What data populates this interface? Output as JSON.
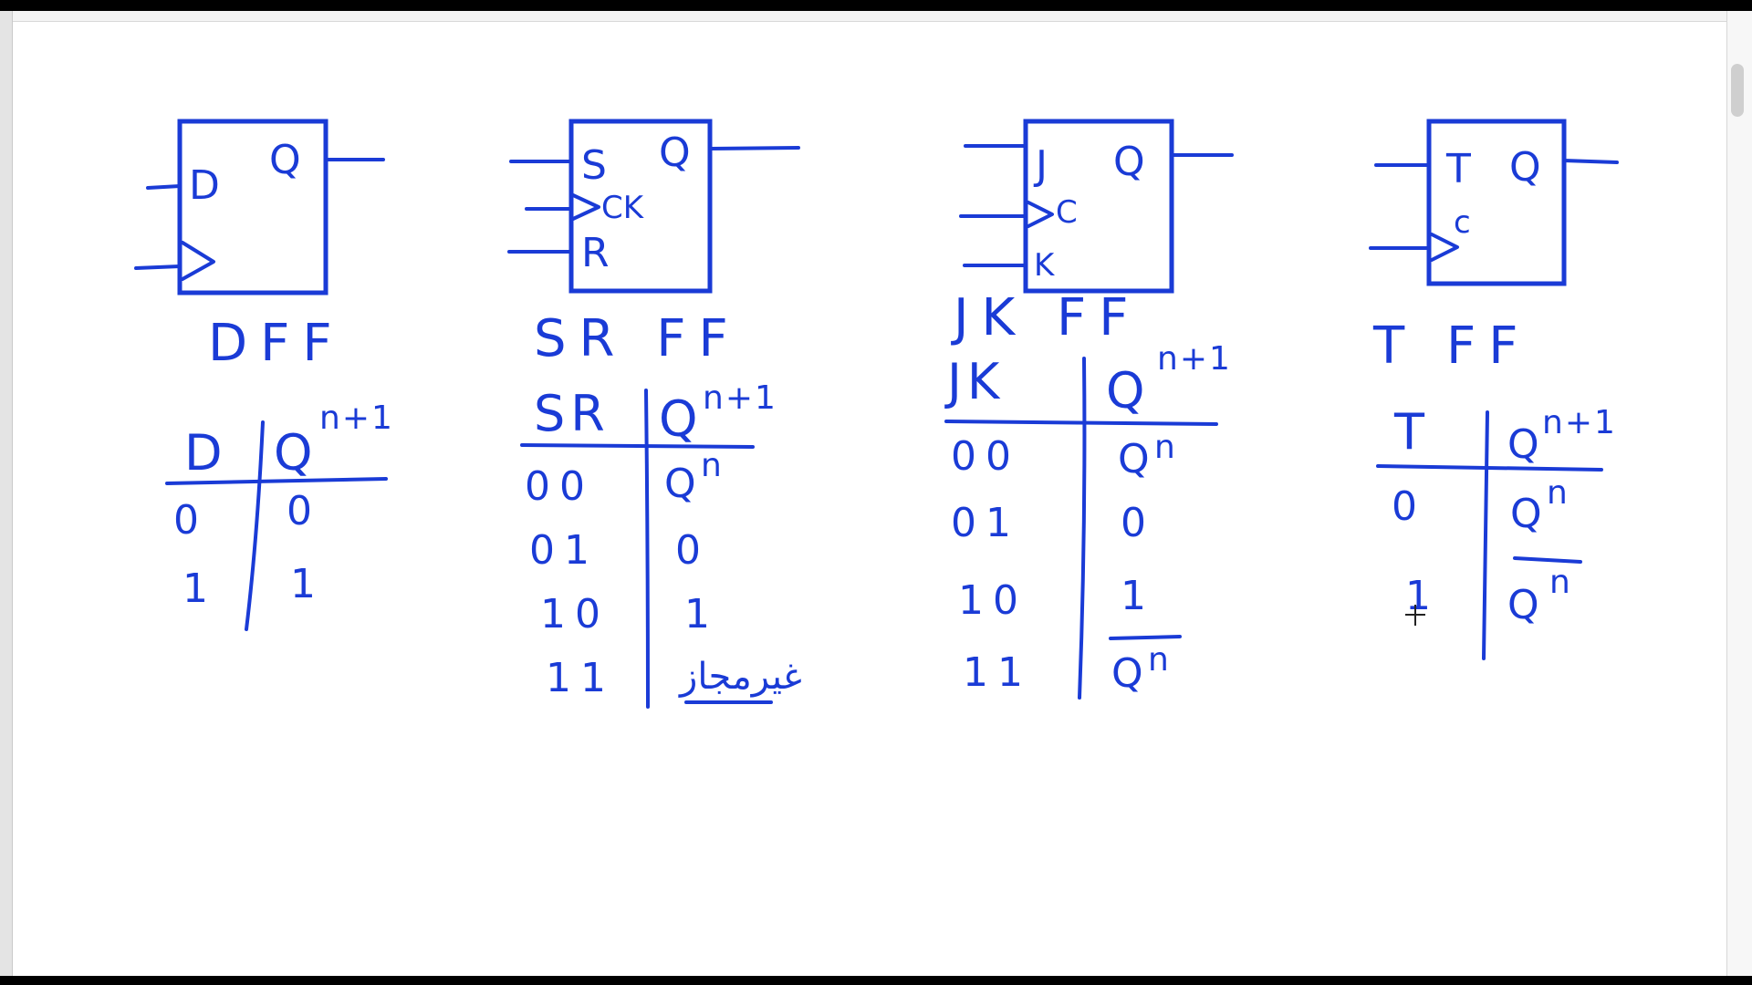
{
  "theme": {
    "ink": "#1a3bd6",
    "background": "#ffffff"
  },
  "flip_flops": [
    {
      "name": "DFF",
      "pins": [
        "D",
        "Q"
      ],
      "table": {
        "headers": [
          "D",
          "Q",
          "n+1"
        ],
        "rows": [
          [
            "0",
            "0"
          ],
          [
            "1",
            "1"
          ]
        ]
      }
    },
    {
      "name": "SR FF",
      "pins": [
        "S",
        "Q",
        "CK",
        "R"
      ],
      "table": {
        "headers": [
          "SR",
          "Q",
          "n+1"
        ],
        "rows": [
          [
            "00",
            "Q",
            "n"
          ],
          [
            "01",
            "0"
          ],
          [
            "10",
            "1"
          ],
          [
            "11",
            "غیرمجاز"
          ]
        ]
      }
    },
    {
      "name": "JK FF",
      "pins": [
        "J",
        "Q",
        "C",
        "K"
      ],
      "table": {
        "headers": [
          "JK",
          "Q",
          "n+1"
        ],
        "rows": [
          [
            "00",
            "Q",
            "n"
          ],
          [
            "01",
            "0"
          ],
          [
            "10",
            "1"
          ],
          [
            "11",
            "Q",
            "n"
          ]
        ]
      }
    },
    {
      "name": "T FF",
      "pins": [
        "T",
        "Q",
        "c"
      ],
      "table": {
        "headers": [
          "T",
          "Q",
          "n+1"
        ],
        "rows": [
          [
            "0",
            "Q",
            "n"
          ],
          [
            "1",
            "Q",
            "n"
          ]
        ]
      }
    }
  ],
  "icons": {
    "cursor": "crosshair-cursor-icon"
  }
}
